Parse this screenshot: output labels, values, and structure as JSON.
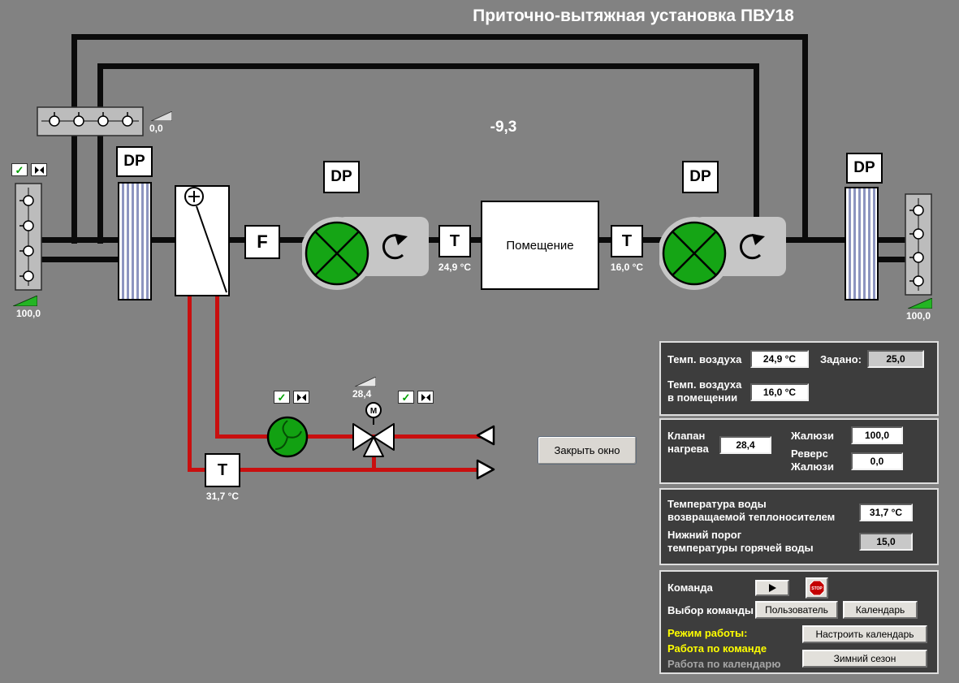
{
  "title": "Приточно-вытяжная установка ПВУ18",
  "outside_temp": "-9,3",
  "icons": {
    "check": "✓"
  },
  "labels": {
    "dp": "DP",
    "f": "F",
    "t": "T",
    "m": "М",
    "room": "Помещение",
    "stop": "STOP"
  },
  "diagram": {
    "supply_air_temp": "24,9 °C",
    "room_air_temp": "16,0 °C",
    "return_water_temp": "31,7 °C",
    "intake_damper_pos": "100,0",
    "exhaust_damper_pos": "100,0",
    "recirc_damper_pos": "0,0",
    "heating_valve_pos": "28,4",
    "close_button": "Закрыть окно"
  },
  "panel_air": {
    "temp_label": "Темп. воздуха",
    "temp_value": "24,9 °C",
    "setpoint_label": "Задано:",
    "setpoint_value": "25,0",
    "room_label1": "Темп. воздуха",
    "room_label2": "в помещении",
    "room_value": "16,0 °C"
  },
  "panel_dampers": {
    "valve_label1": "Клапан",
    "valve_label2": "нагрева",
    "valve_value": "28,4",
    "louver_label": "Жалюзи",
    "louver_value": "100,0",
    "reverse_label1": "Реверс",
    "reverse_label2": "Жалюзи",
    "reverse_value": "0,0"
  },
  "panel_water": {
    "return_label1": "Температура воды",
    "return_label2": "возвращаемой теплоносителем",
    "return_value": "31,7 °C",
    "threshold_label1": "Нижний порог",
    "threshold_label2": "температуры горячей воды",
    "threshold_value": "15,0"
  },
  "panel_command": {
    "command_label": "Команда",
    "select_label": "Выбор команды",
    "user_button": "Пользователь",
    "calendar_button": "Календарь",
    "mode_label": "Режим работы:",
    "mode_active": "Работа по команде",
    "mode_inactive": "Работа по календарю",
    "configure_button": "Настроить календарь",
    "season_button": "Зимний сезон"
  }
}
